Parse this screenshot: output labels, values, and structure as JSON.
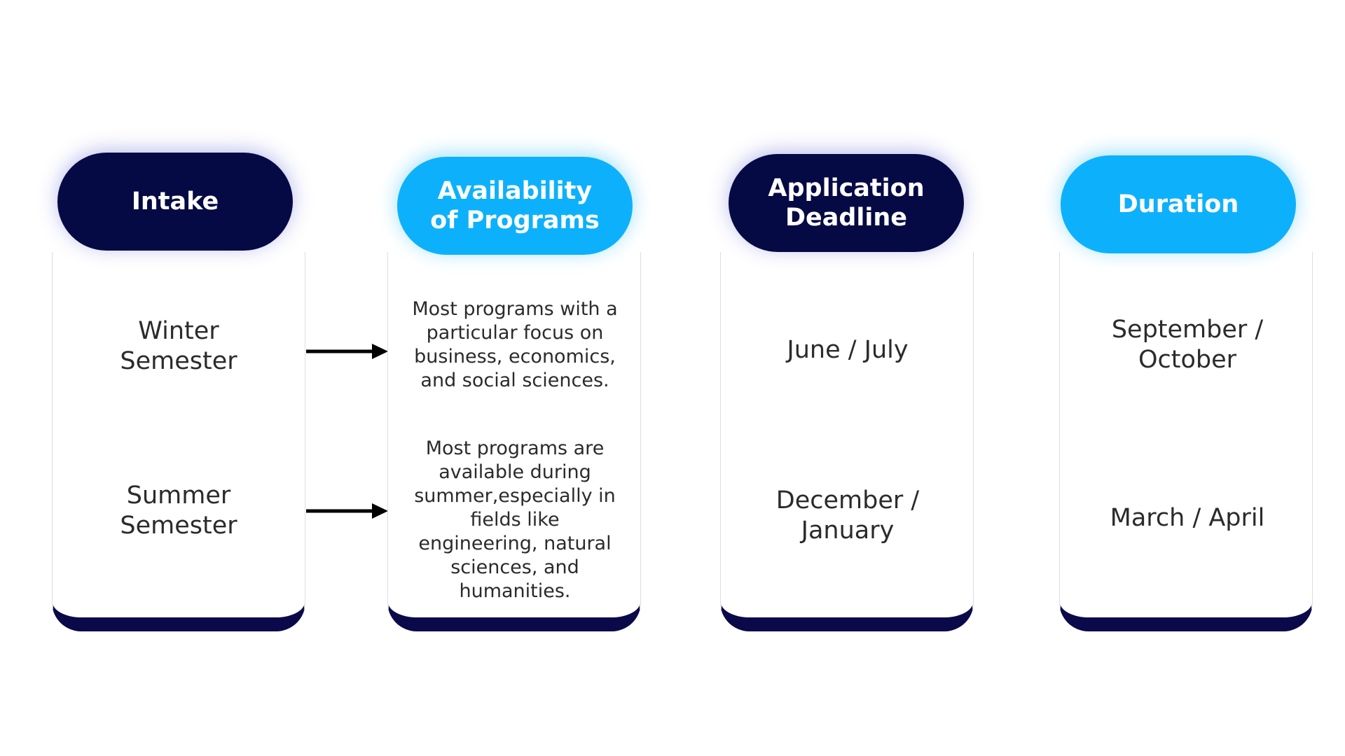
{
  "columns": [
    {
      "header": "Intake",
      "rows": [
        "Winter Semester",
        "Summer Semester"
      ]
    },
    {
      "header": "Availability of Programs",
      "rows": [
        "Most programs with a particular focus on business, economics, and social sciences.",
        "Most programs are available during summer,especially in fields like engineering, natural sciences, and humanities."
      ]
    },
    {
      "header": "Application Deadline",
      "rows": [
        "June / July",
        "December / January"
      ]
    },
    {
      "header": "Duration",
      "rows": [
        "September / October",
        "March / April"
      ]
    }
  ],
  "colors": {
    "dark_pill": "#050a45",
    "light_pill": "#0db1fb",
    "card_base": "#0a0a4a",
    "text": "#2b2b2b"
  }
}
